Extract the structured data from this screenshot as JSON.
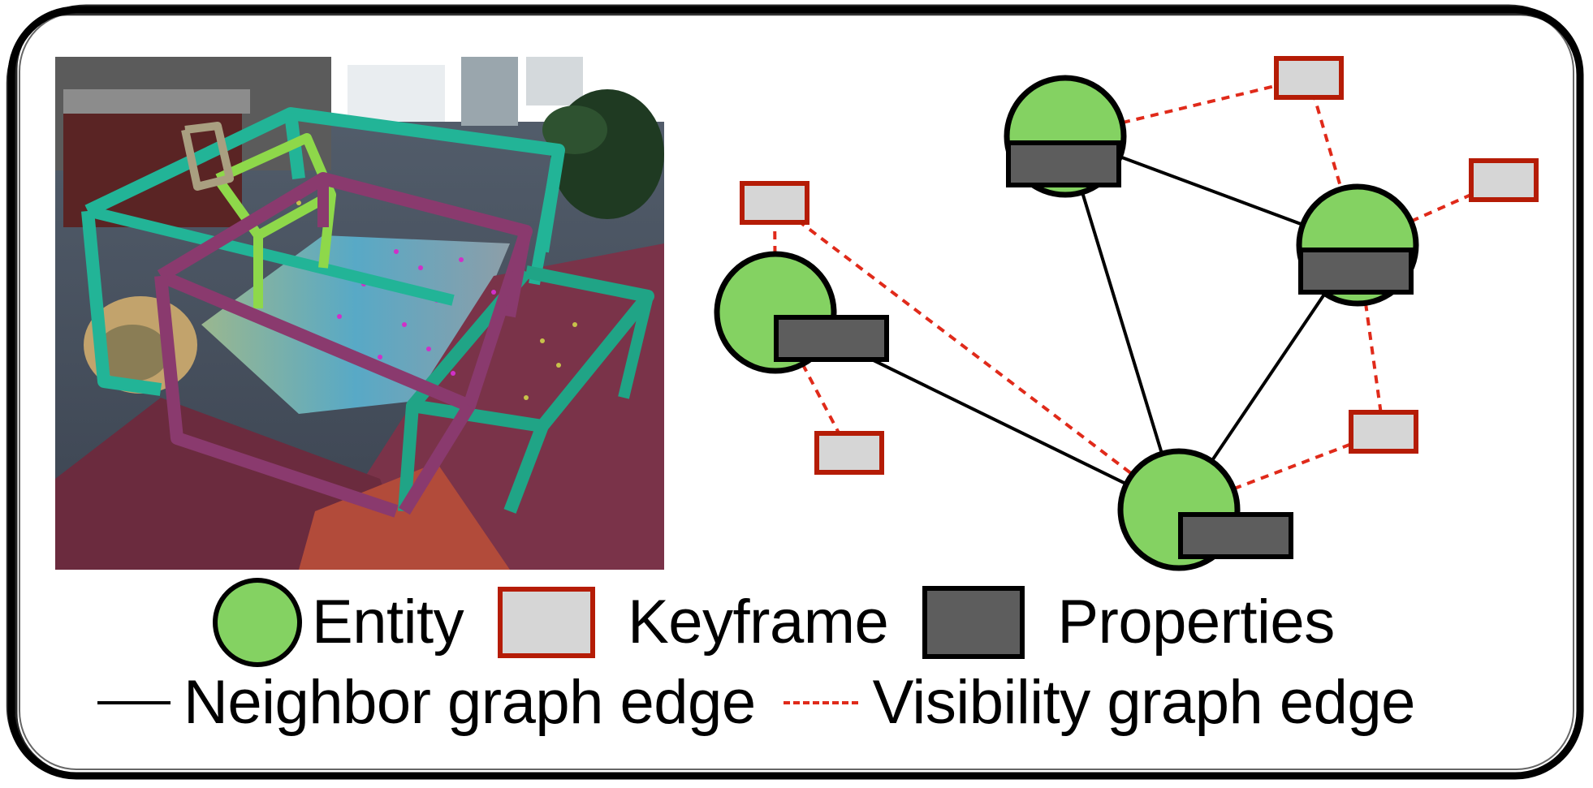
{
  "colors": {
    "entity_fill": "#84d262",
    "entity_stroke": "#000000",
    "keyframe_fill": "#d6d6d6",
    "keyframe_stroke": "#b51c06",
    "property_fill": "#5d5d5d",
    "property_stroke": "#000000",
    "neighbor_edge": "#000000",
    "visibility_edge": "#e02a1a",
    "box_teal": "#22b497",
    "box_lime": "#8ed84a",
    "box_plum": "#8a3a6e",
    "box_khaki": "#a99f80"
  },
  "scene": {
    "description_icons": [
      "room-photo-icon",
      "bounding-box-icon"
    ]
  },
  "graph": {
    "entities": [
      "entity-top",
      "entity-right",
      "entity-left",
      "entity-bottom"
    ],
    "keyframe_count": 6
  },
  "legend": {
    "entity": "Entity",
    "keyframe": "Keyframe",
    "properties": "Properties",
    "neighbor": "Neighbor graph edge",
    "visibility": "Visibility graph edge"
  }
}
